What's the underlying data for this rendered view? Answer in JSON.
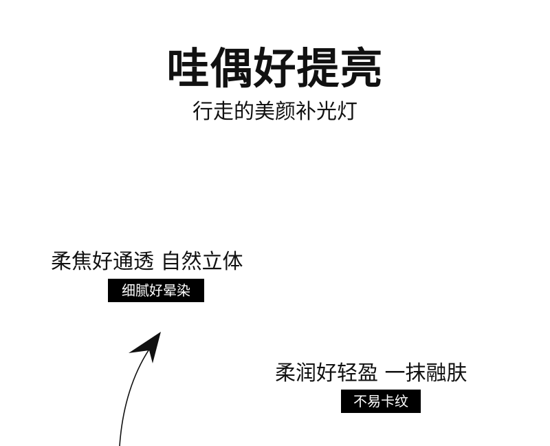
{
  "header": {
    "title": "哇偶好提亮",
    "subtitle": "行走的美颜补光灯"
  },
  "features": [
    {
      "title": "柔焦好通透 自然立体",
      "tag": "细腻好晕染"
    },
    {
      "title": "柔润好轻盈 一抹融肤",
      "tag": "不易卡纹"
    }
  ],
  "colors": {
    "text": "#111111",
    "tag_background": "#000000",
    "tag_text": "#ffffff",
    "page_background": "#ffffff"
  },
  "icons": {
    "arrow": "curved-arrow-up-right-icon"
  }
}
